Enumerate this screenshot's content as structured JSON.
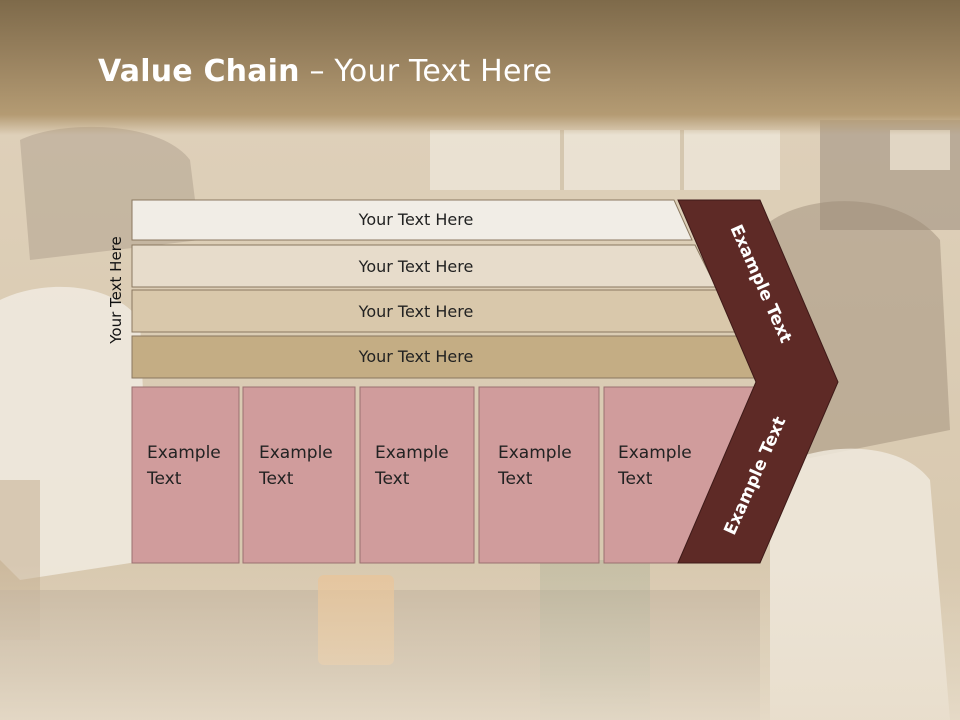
{
  "slide": {
    "title_bold": "Value Chain",
    "title_rest": " – Your Text Here",
    "vertical_label": "Your Text Here"
  },
  "rows": [
    {
      "label": "Your Text Here",
      "color": "#f1ede6"
    },
    {
      "label": "Your Text Here",
      "color": "#e7dccb"
    },
    {
      "label": "Your Text Here",
      "color": "#d9c8ab"
    },
    {
      "label": "Your Text Here",
      "color": "#c4ad84"
    }
  ],
  "columns": [
    {
      "line1": "Example",
      "line2": "Text"
    },
    {
      "line1": "Example",
      "line2": "Text"
    },
    {
      "line1": "Example",
      "line2": "Text"
    },
    {
      "line1": "Example",
      "line2": "Text"
    },
    {
      "line1": "Example",
      "line2": "Text"
    }
  ],
  "chevron": {
    "upper_label": "Example Text",
    "lower_label": "Example Text",
    "color": "#5e2a26",
    "column_color": "#d09c9c"
  }
}
